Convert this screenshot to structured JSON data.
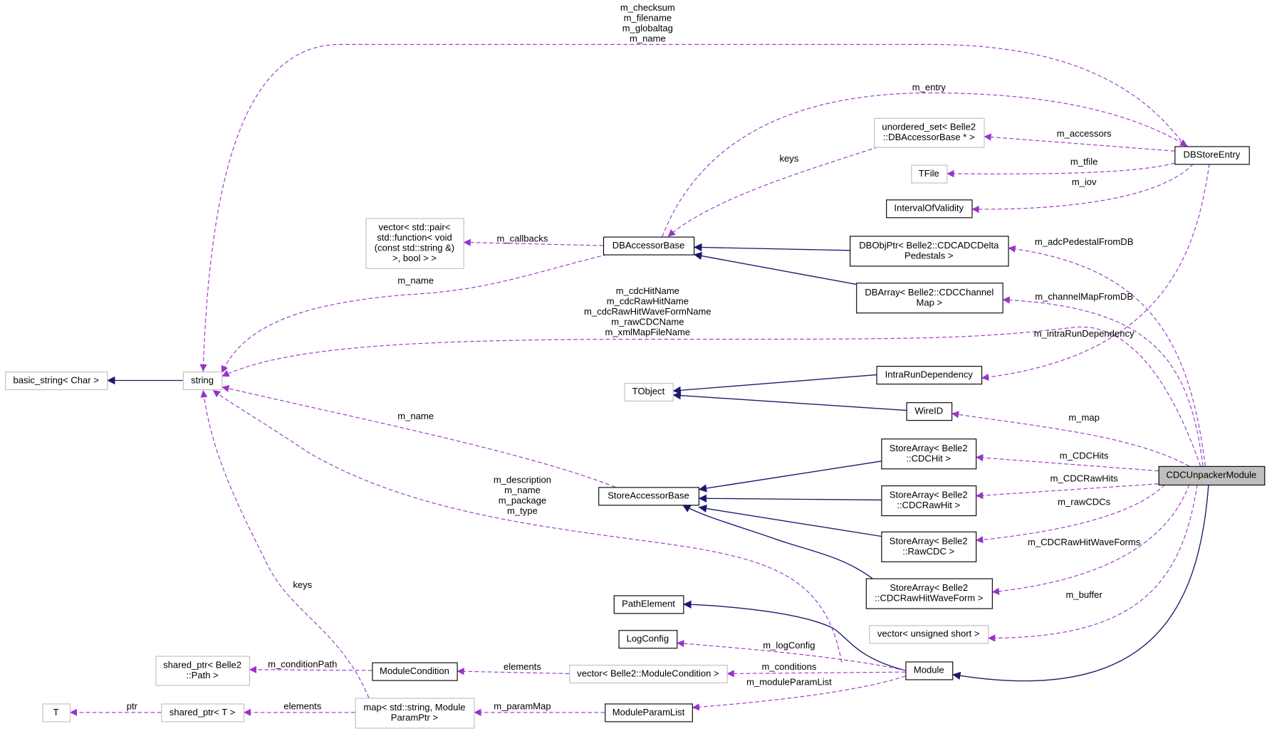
{
  "colors": {
    "usage": "#9a32cd",
    "inherit": "#191970",
    "focus_fill": "#bfbfbf",
    "gray_border": "#bfbfbf"
  },
  "nodes": [
    {
      "id": "basic_string",
      "lines": [
        "basic_string< Char >"
      ],
      "style": "gray"
    },
    {
      "id": "string",
      "lines": [
        "string"
      ],
      "style": "gray"
    },
    {
      "id": "vector_pair",
      "lines": [
        "vector< std::pair<",
        "std::function< void",
        "(const std::string &)",
        ">, bool > >"
      ],
      "style": "gray"
    },
    {
      "id": "DBAccessorBase",
      "lines": [
        "DBAccessorBase"
      ],
      "style": "black"
    },
    {
      "id": "unordered_set",
      "lines": [
        "unordered_set< Belle2",
        "::DBAccessorBase * >"
      ],
      "style": "gray"
    },
    {
      "id": "TFile",
      "lines": [
        "TFile"
      ],
      "style": "gray"
    },
    {
      "id": "IntervalOfValidity",
      "lines": [
        "IntervalOfValidity"
      ],
      "style": "black"
    },
    {
      "id": "DBStoreEntry",
      "lines": [
        "DBStoreEntry"
      ],
      "style": "black"
    },
    {
      "id": "DBObjPtr",
      "lines": [
        "DBObjPtr< Belle2::CDCADCDelta",
        "Pedestals >"
      ],
      "style": "black"
    },
    {
      "id": "DBArray",
      "lines": [
        "DBArray< Belle2::CDCChannel",
        "Map >"
      ],
      "style": "black"
    },
    {
      "id": "IntraRunDependency",
      "lines": [
        "IntraRunDependency"
      ],
      "style": "black"
    },
    {
      "id": "TObject",
      "lines": [
        "TObject"
      ],
      "style": "gray"
    },
    {
      "id": "WireID",
      "lines": [
        "WireID"
      ],
      "style": "black"
    },
    {
      "id": "SA_CDCHit",
      "lines": [
        "StoreArray< Belle2",
        "::CDCHit >"
      ],
      "style": "black"
    },
    {
      "id": "CDCUnpackerModule",
      "lines": [
        "CDCUnpackerModule"
      ],
      "style": "focus"
    },
    {
      "id": "SA_CDCRawHit",
      "lines": [
        "StoreArray< Belle2",
        "::CDCRawHit >"
      ],
      "style": "black"
    },
    {
      "id": "StoreAccessorBase",
      "lines": [
        "StoreAccessorBase"
      ],
      "style": "black"
    },
    {
      "id": "SA_RawCDC",
      "lines": [
        "StoreArray< Belle2",
        "::RawCDC >"
      ],
      "style": "black"
    },
    {
      "id": "SA_WaveForm",
      "lines": [
        "StoreArray< Belle2",
        "::CDCRawHitWaveForm >"
      ],
      "style": "black"
    },
    {
      "id": "PathElement",
      "lines": [
        "PathElement"
      ],
      "style": "black"
    },
    {
      "id": "vector_ushort",
      "lines": [
        "vector< unsigned short >"
      ],
      "style": "gray"
    },
    {
      "id": "LogConfig",
      "lines": [
        "LogConfig"
      ],
      "style": "black"
    },
    {
      "id": "shared_ptr_path",
      "lines": [
        "shared_ptr< Belle2",
        "::Path >"
      ],
      "style": "gray"
    },
    {
      "id": "ModuleCondition",
      "lines": [
        "ModuleCondition"
      ],
      "style": "black"
    },
    {
      "id": "vector_modcond",
      "lines": [
        "vector< Belle2::ModuleCondition >"
      ],
      "style": "gray"
    },
    {
      "id": "Module",
      "lines": [
        "Module"
      ],
      "style": "black"
    },
    {
      "id": "T",
      "lines": [
        "T"
      ],
      "style": "gray"
    },
    {
      "id": "shared_ptr_T",
      "lines": [
        "shared_ptr< T >"
      ],
      "style": "gray"
    },
    {
      "id": "map_param",
      "lines": [
        "map< std::string, Module",
        "ParamPtr >"
      ],
      "style": "gray"
    },
    {
      "id": "ModuleParamList",
      "lines": [
        "ModuleParamList"
      ],
      "style": "black"
    }
  ],
  "edges": [
    {
      "id": "e_string_basic",
      "from": "string",
      "to": "basic_string",
      "kind": "inherit",
      "labels": []
    },
    {
      "id": "e_dbobj_dbab",
      "from": "DBObjPtr",
      "to": "DBAccessorBase",
      "kind": "inherit",
      "labels": []
    },
    {
      "id": "e_dbarr_dbab",
      "from": "DBArray",
      "to": "DBAccessorBase",
      "kind": "inherit",
      "labels": []
    },
    {
      "id": "e_intra_tobj",
      "from": "IntraRunDependency",
      "to": "TObject",
      "kind": "inherit",
      "labels": []
    },
    {
      "id": "e_wire_tobj",
      "from": "WireID",
      "to": "TObject",
      "kind": "inherit",
      "labels": []
    },
    {
      "id": "e_hit_sab",
      "from": "SA_CDCHit",
      "to": "StoreAccessorBase",
      "kind": "inherit",
      "labels": []
    },
    {
      "id": "e_rawhit_sab",
      "from": "SA_CDCRawHit",
      "to": "StoreAccessorBase",
      "kind": "inherit",
      "labels": []
    },
    {
      "id": "e_rawcdc_sab",
      "from": "SA_RawCDC",
      "to": "StoreAccessorBase",
      "kind": "inherit",
      "labels": []
    },
    {
      "id": "e_wave_sab",
      "from": "SA_WaveForm",
      "to": "StoreAccessorBase",
      "kind": "inherit",
      "labels": []
    },
    {
      "id": "e_module_path",
      "from": "Module",
      "to": "PathElement",
      "kind": "inherit",
      "labels": []
    },
    {
      "id": "e_unpacker_module",
      "from": "CDCUnpackerModule",
      "to": "Module",
      "kind": "inherit",
      "labels": []
    },
    {
      "id": "e_dbse_string",
      "from": "DBStoreEntry",
      "to": "string",
      "kind": "usage",
      "labels": [
        "m_checksum",
        "m_filename",
        "m_globaltag",
        "m_name"
      ]
    },
    {
      "id": "e_dbab_dbse",
      "from": "DBAccessorBase",
      "to": "DBStoreEntry",
      "kind": "usage",
      "labels": [
        "m_entry"
      ]
    },
    {
      "id": "e_dbse_uset",
      "from": "DBStoreEntry",
      "to": "unordered_set",
      "kind": "usage",
      "labels": [
        "m_accessors"
      ]
    },
    {
      "id": "e_dbse_tfile",
      "from": "DBStoreEntry",
      "to": "TFile",
      "kind": "usage",
      "labels": [
        "m_tfile"
      ]
    },
    {
      "id": "e_dbse_iov",
      "from": "DBStoreEntry",
      "to": "IntervalOfValidity",
      "kind": "usage",
      "labels": [
        "m_iov"
      ]
    },
    {
      "id": "e_uset_dbab",
      "from": "unordered_set",
      "to": "DBAccessorBase",
      "kind": "usage",
      "labels": [
        "keys"
      ]
    },
    {
      "id": "e_dbab_vpair",
      "from": "DBAccessorBase",
      "to": "vector_pair",
      "kind": "usage",
      "labels": [
        "m_callbacks"
      ]
    },
    {
      "id": "e_dbab_string",
      "from": "DBAccessorBase",
      "to": "string",
      "kind": "usage",
      "labels": [
        "m_name"
      ]
    },
    {
      "id": "e_unp_dbobj",
      "from": "CDCUnpackerModule",
      "to": "DBObjPtr",
      "kind": "usage",
      "labels": [
        "m_adcPedestalFromDB"
      ]
    },
    {
      "id": "e_unp_dbarr",
      "from": "CDCUnpackerModule",
      "to": "DBArray",
      "kind": "usage",
      "labels": [
        "m_channelMapFromDB"
      ]
    },
    {
      "id": "e_unp_string",
      "from": "CDCUnpackerModule",
      "to": "string",
      "kind": "usage",
      "labels": [
        "m_cdcHitName",
        "m_cdcRawHitName",
        "m_cdcRawHitWaveFormName",
        "m_rawCDCName",
        "m_xmlMapFileName"
      ]
    },
    {
      "id": "e_dbse_intra",
      "from": "DBStoreEntry",
      "to": "IntraRunDependency",
      "kind": "usage",
      "labels": [
        "m_intraRunDependency"
      ]
    },
    {
      "id": "e_unp_wire",
      "from": "CDCUnpackerModule",
      "to": "WireID",
      "kind": "usage",
      "labels": [
        "m_map"
      ]
    },
    {
      "id": "e_unp_hit",
      "from": "CDCUnpackerModule",
      "to": "SA_CDCHit",
      "kind": "usage",
      "labels": [
        "m_CDCHits"
      ]
    },
    {
      "id": "e_unp_rawhit",
      "from": "CDCUnpackerModule",
      "to": "SA_CDCRawHit",
      "kind": "usage",
      "labels": [
        "m_CDCRawHits"
      ]
    },
    {
      "id": "e_unp_rawcdc",
      "from": "CDCUnpackerModule",
      "to": "SA_RawCDC",
      "kind": "usage",
      "labels": [
        "m_rawCDCs"
      ]
    },
    {
      "id": "e_unp_wave",
      "from": "CDCUnpackerModule",
      "to": "SA_WaveForm",
      "kind": "usage",
      "labels": [
        "m_CDCRawHitWaveForms"
      ]
    },
    {
      "id": "e_unp_buffer",
      "from": "CDCUnpackerModule",
      "to": "vector_ushort",
      "kind": "usage",
      "labels": [
        "m_buffer"
      ]
    },
    {
      "id": "e_sab_string",
      "from": "StoreAccessorBase",
      "to": "string",
      "kind": "usage",
      "labels": [
        "m_name"
      ]
    },
    {
      "id": "e_module_string",
      "from": "Module",
      "to": "string",
      "kind": "usage",
      "labels": [
        "m_description",
        "m_name",
        "m_package",
        "m_type"
      ]
    },
    {
      "id": "e_module_log",
      "from": "Module",
      "to": "LogConfig",
      "kind": "usage",
      "labels": [
        "m_logConfig"
      ]
    },
    {
      "id": "e_module_vcond",
      "from": "Module",
      "to": "vector_modcond",
      "kind": "usage",
      "labels": [
        "m_conditions"
      ]
    },
    {
      "id": "e_module_mpl",
      "from": "Module",
      "to": "ModuleParamList",
      "kind": "usage",
      "labels": [
        "m_moduleParamList"
      ]
    },
    {
      "id": "e_mcond_sptr",
      "from": "ModuleCondition",
      "to": "shared_ptr_path",
      "kind": "usage",
      "labels": [
        "m_conditionPath"
      ]
    },
    {
      "id": "e_vcond_mcond",
      "from": "vector_modcond",
      "to": "ModuleCondition",
      "kind": "usage",
      "labels": [
        "elements"
      ]
    },
    {
      "id": "e_mpl_map",
      "from": "ModuleParamList",
      "to": "map_param",
      "kind": "usage",
      "labels": [
        "m_paramMap"
      ]
    },
    {
      "id": "e_map_sptrT",
      "from": "map_param",
      "to": "shared_ptr_T",
      "kind": "usage",
      "labels": [
        "elements"
      ]
    },
    {
      "id": "e_sptrT_T",
      "from": "shared_ptr_T",
      "to": "T",
      "kind": "usage",
      "labels": [
        "ptr"
      ]
    },
    {
      "id": "e_map_string",
      "from": "map_param",
      "to": "string",
      "kind": "usage",
      "labels": [
        "keys"
      ]
    }
  ]
}
